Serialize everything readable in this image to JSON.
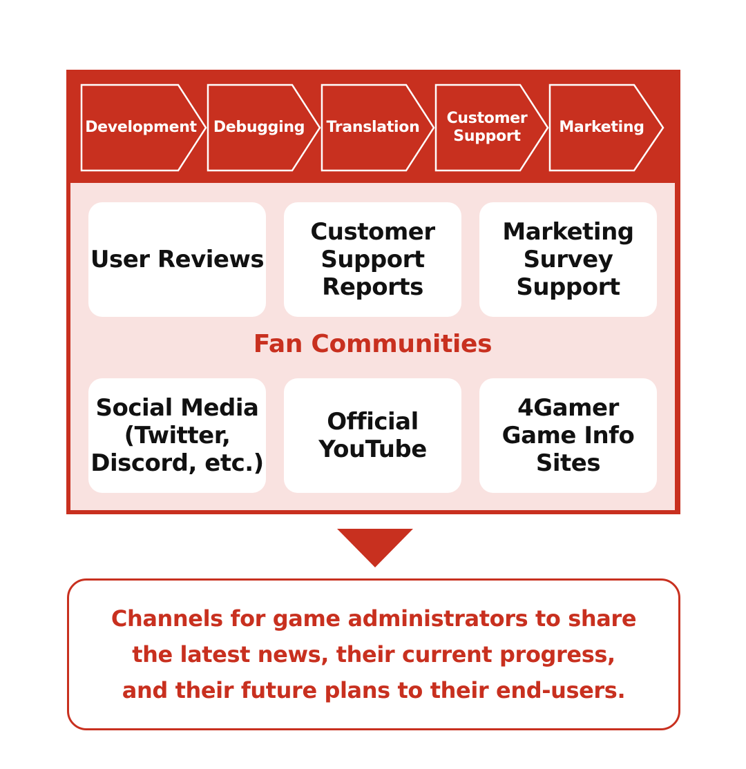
{
  "colors": {
    "brand_red": "#c8301f",
    "panel_pink": "#f9e2e0",
    "card_white": "#ffffff",
    "card_text": "#111111"
  },
  "process_steps": [
    {
      "label": "Development"
    },
    {
      "label": "Debugging"
    },
    {
      "label": "Translation"
    },
    {
      "label": "Customer\nSupport"
    },
    {
      "label": "Marketing"
    }
  ],
  "feedback_sources": {
    "top_row": [
      {
        "label": "User Reviews"
      },
      {
        "label": "Customer\nSupport\nReports"
      },
      {
        "label": "Marketing\nSurvey\nSupport"
      }
    ],
    "group_title": "Fan Communities",
    "bottom_row": [
      {
        "label": "Social Media\n(Twitter,\nDiscord, etc.)"
      },
      {
        "label": "Official\nYouTube"
      },
      {
        "label": "4Gamer\nGame Info\nSites"
      }
    ]
  },
  "arrow_icon": "down-triangle",
  "result": {
    "text": "Channels for game administrators to share\nthe latest news, their current progress,\nand their future plans to their end-users."
  }
}
